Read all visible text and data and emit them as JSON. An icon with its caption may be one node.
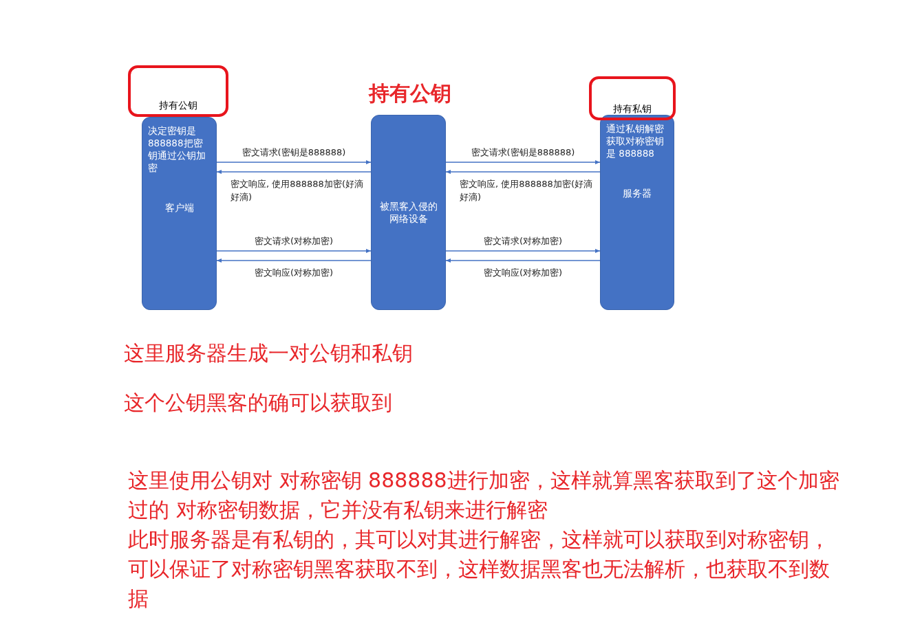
{
  "diagram": {
    "nodes": [
      {
        "text": [
          "持有公钥"
        ]
      },
      {
        "text": [
          "决定密钥是888888把密钥通过公钥加密",
          "客户端"
        ]
      },
      {
        "text": [
          "被黑客入侵的网络设备"
        ],
        "beside": [
          "持有公钥"
        ]
      },
      {
        "text": [
          "持有私钥"
        ]
      },
      {
        "text": [
          "通过私钥解密获取对称密钥是 888888",
          "服务器"
        ]
      }
    ],
    "edges": [
      {
        "from": 1,
        "to": 2,
        "arrow": "to",
        "label": "密文请求(密钥是888888)"
      },
      {
        "from": 2,
        "to": 1,
        "arrow": "to",
        "label": "密文响应, 使用888888加密(好滴好滴)"
      },
      {
        "from": 1,
        "to": 2,
        "arrow": "to",
        "label": "密文请求(对称加密)"
      },
      {
        "from": 2,
        "to": 1,
        "arrow": "to",
        "label": "密文响应(对称加密)"
      },
      {
        "from": 2,
        "to": 4,
        "arrow": "to",
        "label": "密文请求(密钥是888888)"
      },
      {
        "from": 4,
        "to": 2,
        "arrow": "to",
        "label": "密文响应, 使用888888加密(好滴好滴)"
      },
      {
        "from": 2,
        "to": 4,
        "arrow": "to",
        "label": "密文请求(对称加密)"
      },
      {
        "from": 4,
        "to": 2,
        "arrow": "to",
        "label": "密文响应(对称加密)"
      }
    ],
    "labels": [
      "这里服务器生成一对公钥和私钥",
      "这个公钥黑客的确可以获取到",
      "这里使用公钥对 对称密钥 888888进行加密，这样就算黑客获取到了这个加密过的 对称密钥数据，它并没有私钥来进行解密",
      "此时服务器是有私钥的，其可以对其进行解密，这样就可以获取到对称密钥，可以保证了对称密钥黑客获取不到，这样数据黑客也无法解析，也获取不到数据"
    ]
  }
}
